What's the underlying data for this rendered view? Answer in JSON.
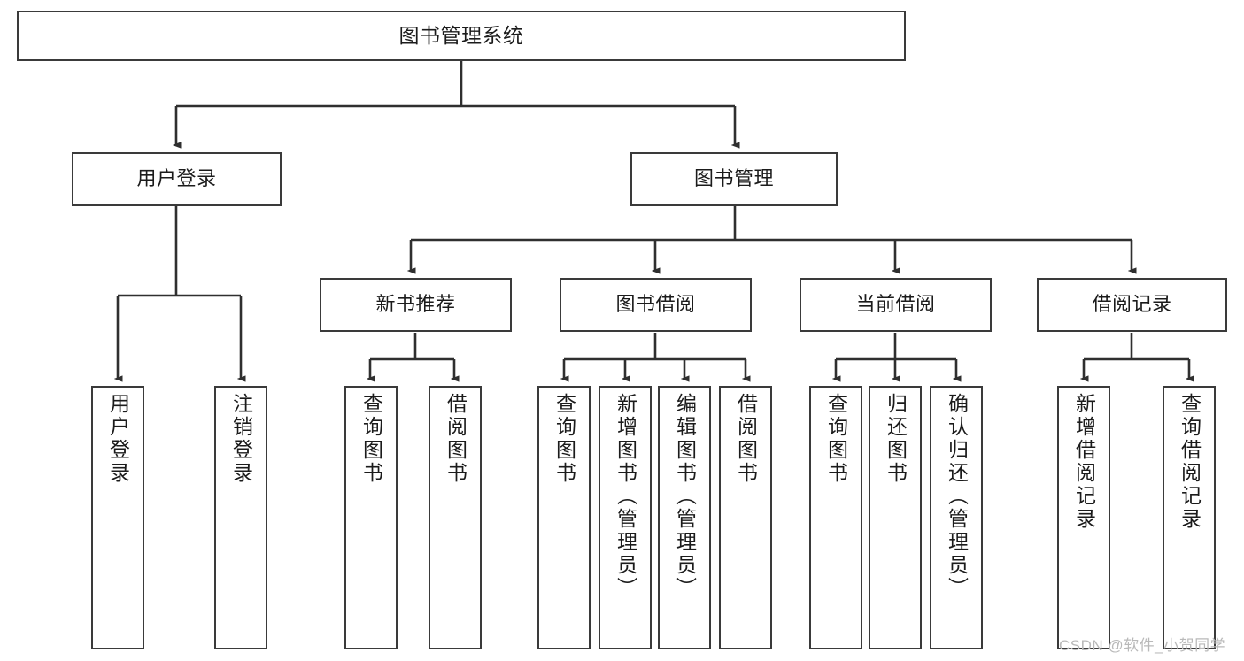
{
  "diagram": {
    "title": "图书管理系统",
    "type": "tree-hierarchy-chart",
    "stroke_color": "#3a3a3a",
    "text_color": "#1b1b1b",
    "background_color": "#ffffff",
    "nodes": {
      "root": {
        "label": "图书管理系统"
      },
      "level2": [
        {
          "id": "user-login",
          "label": "用户登录"
        },
        {
          "id": "book-management",
          "label": "图书管理"
        }
      ],
      "level3": [
        {
          "id": "new-book-recommend",
          "label": "新书推荐"
        },
        {
          "id": "book-borrow",
          "label": "图书借阅"
        },
        {
          "id": "current-borrow",
          "label": "当前借阅"
        },
        {
          "id": "borrow-record",
          "label": "借阅记录"
        }
      ],
      "leaves": {
        "user-login": [
          {
            "id": "leaf-user-login",
            "label": "用户登录"
          },
          {
            "id": "leaf-user-logout",
            "label": "注销登录"
          }
        ],
        "new-book-recommend": [
          {
            "id": "leaf-query-book-1",
            "label": "查询图书"
          },
          {
            "id": "leaf-borrow-book-1",
            "label": "借阅图书"
          }
        ],
        "book-borrow": [
          {
            "id": "leaf-query-book-2",
            "label": "查询图书"
          },
          {
            "id": "leaf-add-book",
            "label": "新增图书（管理员）"
          },
          {
            "id": "leaf-edit-book",
            "label": "编辑图书（管理员）"
          },
          {
            "id": "leaf-borrow-book-2",
            "label": "借阅图书"
          }
        ],
        "current-borrow": [
          {
            "id": "leaf-query-book-3",
            "label": "查询图书"
          },
          {
            "id": "leaf-return-book",
            "label": "归还图书"
          },
          {
            "id": "leaf-confirm-return",
            "label": "确认归还（管理员）"
          }
        ],
        "borrow-record": [
          {
            "id": "leaf-add-record",
            "label": "新增借阅记录"
          },
          {
            "id": "leaf-query-record",
            "label": "查询借阅记录"
          }
        ]
      }
    },
    "watermark": "CSDN @软件_小贺同学"
  }
}
